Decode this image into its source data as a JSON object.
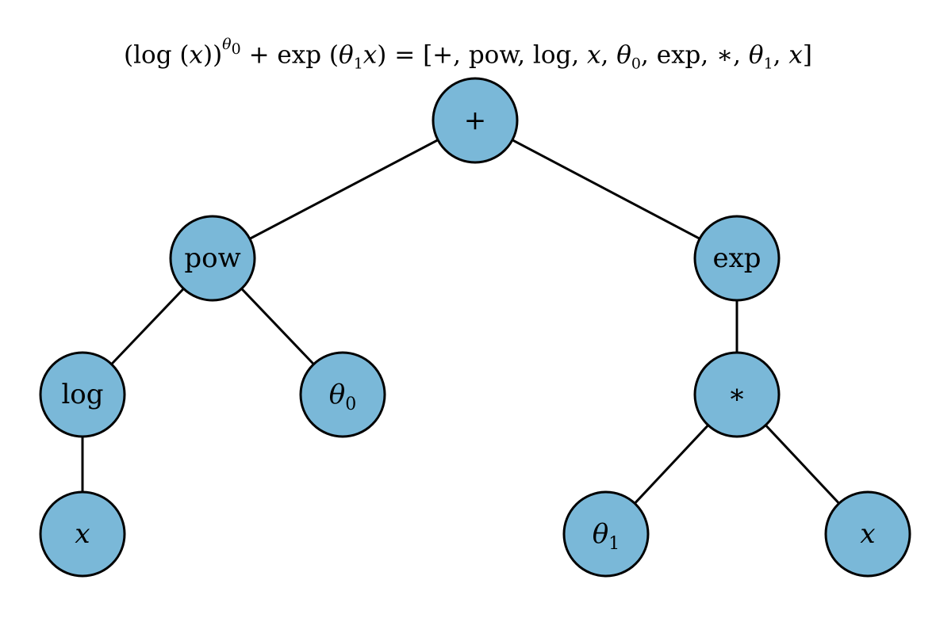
{
  "title": {
    "lhs_a": "(log (",
    "lhs_x": "x",
    "lhs_b": "))",
    "lhs_sup_theta": "θ",
    "lhs_sup_sub": "0",
    "lhs_plus": " + exp (",
    "lhs_theta": "θ",
    "lhs_theta_sub": "1",
    "lhs_x2": "x",
    "lhs_close": ") = ",
    "rhs_open": "[+, pow, log, ",
    "rhs_x": "x",
    "rhs_comma1": ", ",
    "rhs_theta0": "θ",
    "rhs_theta0_sub": "0",
    "rhs_mid": ", exp, ∗, ",
    "rhs_theta1": "θ",
    "rhs_theta1_sub": "1",
    "rhs_comma2": ", ",
    "rhs_x2": "x",
    "rhs_close": "]"
  },
  "colors": {
    "node_fill": "#7ab8d8",
    "node_stroke": "#000000",
    "edge": "#000000"
  },
  "tree": {
    "nodes": [
      {
        "id": "plus",
        "label": "+",
        "sub": "",
        "italic": false
      },
      {
        "id": "pow",
        "label": "pow",
        "sub": "",
        "italic": false
      },
      {
        "id": "exp",
        "label": "exp",
        "sub": "",
        "italic": false
      },
      {
        "id": "log",
        "label": "log",
        "sub": "",
        "italic": false
      },
      {
        "id": "theta0",
        "label": "θ",
        "sub": "0",
        "italic": true
      },
      {
        "id": "mul",
        "label": "∗",
        "sub": "",
        "italic": false
      },
      {
        "id": "x1",
        "label": "x",
        "sub": "",
        "italic": true
      },
      {
        "id": "theta1",
        "label": "θ",
        "sub": "1",
        "italic": true
      },
      {
        "id": "x2",
        "label": "x",
        "sub": "",
        "italic": true
      }
    ],
    "edges": [
      [
        "plus",
        "pow"
      ],
      [
        "plus",
        "exp"
      ],
      [
        "pow",
        "log"
      ],
      [
        "pow",
        "theta0"
      ],
      [
        "log",
        "x1"
      ],
      [
        "exp",
        "mul"
      ],
      [
        "mul",
        "theta1"
      ],
      [
        "mul",
        "x2"
      ]
    ]
  }
}
